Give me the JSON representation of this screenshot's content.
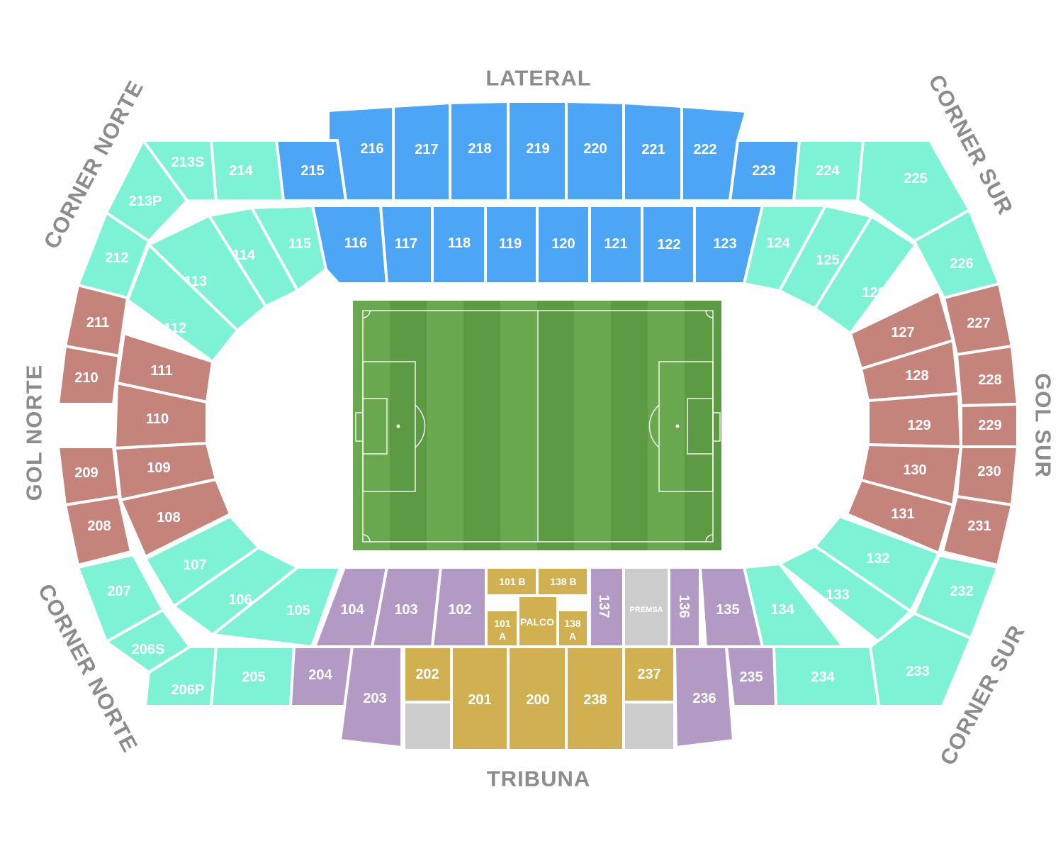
{
  "stand_labels": {
    "top": "LATERAL",
    "bottom": "TRIBUNA",
    "left": "GOL NORTE",
    "right": "GOL SUR",
    "corner_top_left": "CORNER NORTE",
    "corner_bottom_left": "CORNER NORTE",
    "corner_top_right": "CORNER SUR",
    "corner_bottom_right": "CORNER SUR"
  },
  "colors": {
    "lateral": "#4da6f5",
    "corner": "#7ef2d4",
    "gol": "#c4847c",
    "tribuna": "#b29ac4",
    "vip": "#d0b050",
    "press": "#cccccc",
    "pitch": "#6aa84f",
    "pitch_dark": "#5d9a44"
  },
  "sections": [
    {
      "id": "sec-216",
      "label": "216",
      "zone": "lateral"
    },
    {
      "id": "sec-217",
      "label": "217",
      "zone": "lateral"
    },
    {
      "id": "sec-218",
      "label": "218",
      "zone": "lateral"
    },
    {
      "id": "sec-219",
      "label": "219",
      "zone": "lateral"
    },
    {
      "id": "sec-220",
      "label": "220",
      "zone": "lateral"
    },
    {
      "id": "sec-221",
      "label": "221",
      "zone": "lateral"
    },
    {
      "id": "sec-222",
      "label": "222",
      "zone": "lateral"
    },
    {
      "id": "sec-215",
      "label": "215",
      "zone": "lateral"
    },
    {
      "id": "sec-223",
      "label": "223",
      "zone": "lateral"
    },
    {
      "id": "sec-116",
      "label": "116",
      "zone": "lateral"
    },
    {
      "id": "sec-117",
      "label": "117",
      "zone": "lateral"
    },
    {
      "id": "sec-118",
      "label": "118",
      "zone": "lateral"
    },
    {
      "id": "sec-119",
      "label": "119",
      "zone": "lateral"
    },
    {
      "id": "sec-120",
      "label": "120",
      "zone": "lateral"
    },
    {
      "id": "sec-121",
      "label": "121",
      "zone": "lateral"
    },
    {
      "id": "sec-122",
      "label": "122",
      "zone": "lateral"
    },
    {
      "id": "sec-123",
      "label": "123",
      "zone": "lateral"
    },
    {
      "id": "sec-213S",
      "label": "213S",
      "zone": "corner"
    },
    {
      "id": "sec-214",
      "label": "214",
      "zone": "corner"
    },
    {
      "id": "sec-213P",
      "label": "213P",
      "zone": "corner"
    },
    {
      "id": "sec-212",
      "label": "212",
      "zone": "corner"
    },
    {
      "id": "sec-115",
      "label": "115",
      "zone": "corner"
    },
    {
      "id": "sec-114",
      "label": "114",
      "zone": "corner"
    },
    {
      "id": "sec-113",
      "label": "113",
      "zone": "corner"
    },
    {
      "id": "sec-112",
      "label": "112",
      "zone": "corner"
    },
    {
      "id": "sec-224",
      "label": "224",
      "zone": "corner"
    },
    {
      "id": "sec-225",
      "label": "225",
      "zone": "corner"
    },
    {
      "id": "sec-226",
      "label": "226",
      "zone": "corner"
    },
    {
      "id": "sec-124",
      "label": "124",
      "zone": "corner"
    },
    {
      "id": "sec-125",
      "label": "125",
      "zone": "corner"
    },
    {
      "id": "sec-126",
      "label": "126",
      "zone": "corner"
    },
    {
      "id": "sec-211",
      "label": "211",
      "zone": "gol"
    },
    {
      "id": "sec-210",
      "label": "210",
      "zone": "gol"
    },
    {
      "id": "sec-209",
      "label": "209",
      "zone": "gol"
    },
    {
      "id": "sec-208",
      "label": "208",
      "zone": "gol"
    },
    {
      "id": "sec-111",
      "label": "111",
      "zone": "gol"
    },
    {
      "id": "sec-110",
      "label": "110",
      "zone": "gol"
    },
    {
      "id": "sec-109",
      "label": "109",
      "zone": "gol"
    },
    {
      "id": "sec-108",
      "label": "108",
      "zone": "gol"
    },
    {
      "id": "sec-227",
      "label": "227",
      "zone": "gol"
    },
    {
      "id": "sec-228",
      "label": "228",
      "zone": "gol"
    },
    {
      "id": "sec-229",
      "label": "229",
      "zone": "gol"
    },
    {
      "id": "sec-230",
      "label": "230",
      "zone": "gol"
    },
    {
      "id": "sec-231",
      "label": "231",
      "zone": "gol"
    },
    {
      "id": "sec-127",
      "label": "127",
      "zone": "gol"
    },
    {
      "id": "sec-128",
      "label": "128",
      "zone": "gol"
    },
    {
      "id": "sec-129",
      "label": "129",
      "zone": "gol"
    },
    {
      "id": "sec-130",
      "label": "130",
      "zone": "gol"
    },
    {
      "id": "sec-131",
      "label": "131",
      "zone": "gol"
    },
    {
      "id": "sec-107",
      "label": "107",
      "zone": "corner"
    },
    {
      "id": "sec-106",
      "label": "106",
      "zone": "corner"
    },
    {
      "id": "sec-105",
      "label": "105",
      "zone": "corner"
    },
    {
      "id": "sec-207",
      "label": "207",
      "zone": "corner"
    },
    {
      "id": "sec-206S",
      "label": "206S",
      "zone": "corner"
    },
    {
      "id": "sec-206P",
      "label": "206P",
      "zone": "corner"
    },
    {
      "id": "sec-205",
      "label": "205",
      "zone": "corner"
    },
    {
      "id": "sec-132",
      "label": "132",
      "zone": "corner"
    },
    {
      "id": "sec-133",
      "label": "133",
      "zone": "corner"
    },
    {
      "id": "sec-134",
      "label": "134",
      "zone": "corner"
    },
    {
      "id": "sec-232",
      "label": "232",
      "zone": "corner"
    },
    {
      "id": "sec-233",
      "label": "233",
      "zone": "corner"
    },
    {
      "id": "sec-234",
      "label": "234",
      "zone": "corner"
    },
    {
      "id": "sec-104",
      "label": "104",
      "zone": "tribuna"
    },
    {
      "id": "sec-103",
      "label": "103",
      "zone": "tribuna"
    },
    {
      "id": "sec-102",
      "label": "102",
      "zone": "tribuna"
    },
    {
      "id": "sec-137",
      "label": "137",
      "zone": "tribuna"
    },
    {
      "id": "sec-136",
      "label": "136",
      "zone": "tribuna"
    },
    {
      "id": "sec-135",
      "label": "135",
      "zone": "tribuna"
    },
    {
      "id": "sec-204",
      "label": "204",
      "zone": "tribuna"
    },
    {
      "id": "sec-203",
      "label": "203",
      "zone": "tribuna"
    },
    {
      "id": "sec-236",
      "label": "236",
      "zone": "tribuna"
    },
    {
      "id": "sec-235",
      "label": "235",
      "zone": "tribuna"
    },
    {
      "id": "sec-101B",
      "label": "101 B",
      "zone": "vip"
    },
    {
      "id": "sec-138B",
      "label": "138 B",
      "zone": "vip"
    },
    {
      "id": "sec-101A",
      "label": "101 A",
      "zone": "vip"
    },
    {
      "id": "sec-palco",
      "label": "PALCO",
      "zone": "vip"
    },
    {
      "id": "sec-138A",
      "label": "138 A",
      "zone": "vip"
    },
    {
      "id": "sec-202",
      "label": "202",
      "zone": "vip"
    },
    {
      "id": "sec-201",
      "label": "201",
      "zone": "vip"
    },
    {
      "id": "sec-200",
      "label": "200",
      "zone": "vip"
    },
    {
      "id": "sec-238",
      "label": "238",
      "zone": "vip"
    },
    {
      "id": "sec-237",
      "label": "237",
      "zone": "vip"
    },
    {
      "id": "sec-premsa",
      "label": "PREMSA",
      "zone": "press"
    },
    {
      "id": "sec-202-grey",
      "label": "",
      "zone": "press"
    },
    {
      "id": "sec-237-grey",
      "label": "",
      "zone": "press"
    }
  ]
}
